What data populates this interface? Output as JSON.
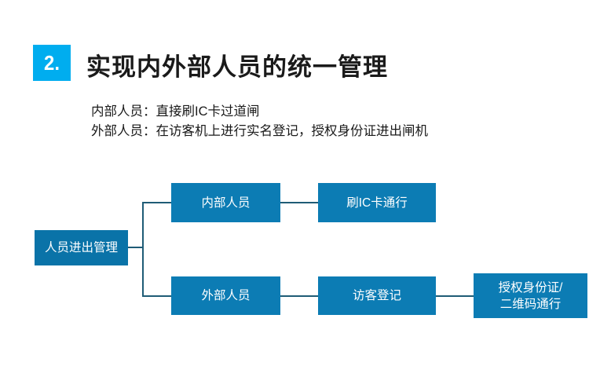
{
  "slide": {
    "background_color": "#ffffff",
    "header": {
      "badge_text": "2.",
      "badge_color": "#00ADEF",
      "title": "实现内外部人员的统一管理"
    },
    "body_lines": [
      "内部人员：直接刷IC卡过道闸",
      "外部人员：在访客机上进行实名登记，授权身份证进出闸机"
    ],
    "diagram": {
      "node_color": "#0C7CB4",
      "root_color": "#0A73A8",
      "connector_color": "#1F5C76",
      "nodes": [
        {
          "id": "root",
          "label": "人员进出管理"
        },
        {
          "id": "internal",
          "label": "内部人员"
        },
        {
          "id": "iccard",
          "label": "刷IC卡通行"
        },
        {
          "id": "external",
          "label": "外部人员"
        },
        {
          "id": "visitor",
          "label": "访客登记"
        },
        {
          "id": "auth_line1",
          "label": "授权身份证/"
        },
        {
          "id": "auth_line2",
          "label": "二维码通行"
        }
      ]
    }
  }
}
